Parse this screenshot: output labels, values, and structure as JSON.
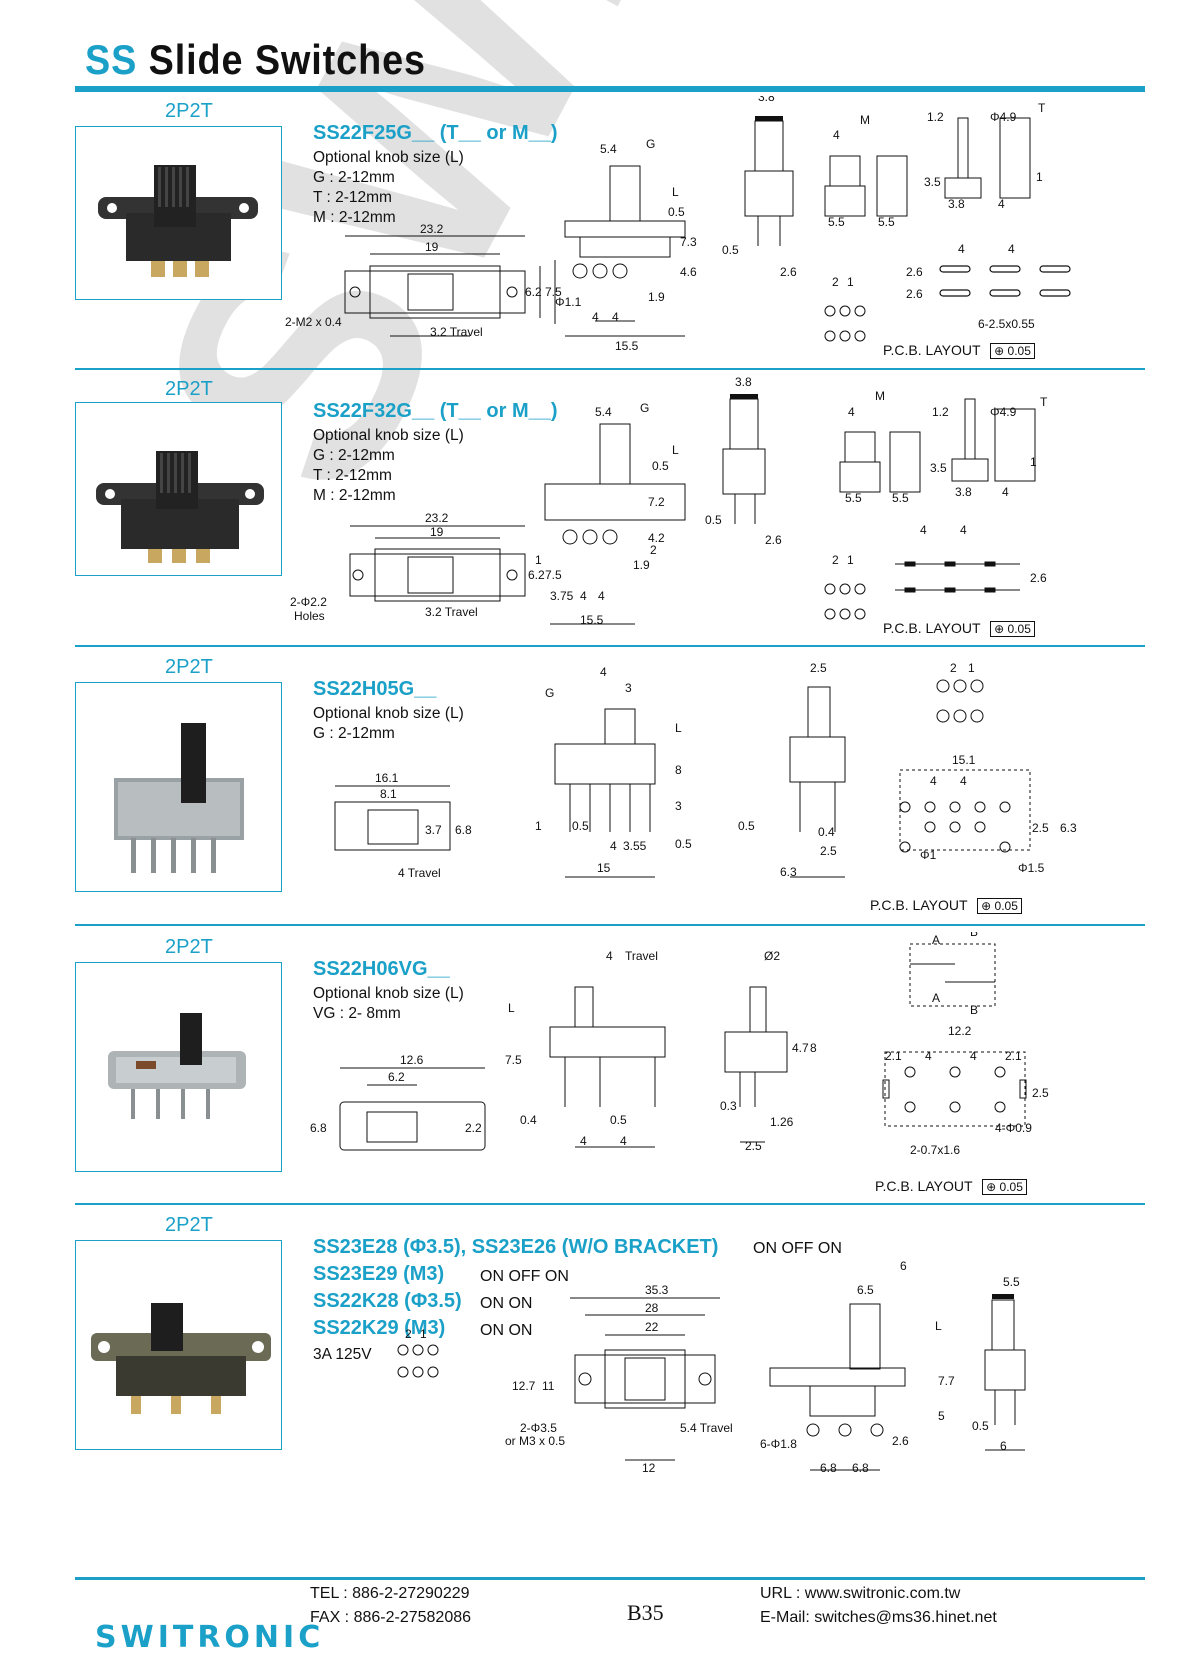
{
  "header": {
    "prefix": "SS",
    "title": "Slide Switches"
  },
  "watermark": "SWITRONIC",
  "sections": [
    {
      "label": "2P2T",
      "part": "SS22F25G__ (T__ or M__)",
      "specs": [
        "Optional knob size (L)",
        "G : 2-12mm",
        "T : 2-12mm",
        "M : 2-12mm"
      ],
      "dims": [
        "23.2",
        "19",
        "6.2",
        "7.5",
        "2-M2 x 0.4",
        "3.2 Travel",
        "5.4",
        "G",
        "L",
        "0.5",
        "7.3",
        "4.6",
        "1.9",
        "Φ1.1",
        "4",
        "4",
        "15.5",
        "3.8",
        "0.5",
        "2.6",
        "4",
        "M",
        "5.5",
        "5.5",
        "1.2",
        "Φ4.9",
        "T",
        "3.5",
        "1",
        "3.8",
        "4",
        "4",
        "4",
        "2.6",
        "2.6",
        "6-2.5x0.55",
        "2",
        "1"
      ],
      "pcb": "P.C.B. LAYOUT",
      "tol": "0.05"
    },
    {
      "label": "2P2T",
      "part": "SS22F32G__ (T__ or M__)",
      "specs": [
        "Optional knob size (L)",
        "G : 2-12mm",
        "T : 2-12mm",
        "M : 2-12mm"
      ],
      "dims": [
        "23.2",
        "19",
        "6.2",
        "7.5",
        "2-Φ2.2",
        "Holes",
        "3.2 Travel",
        "5.4",
        "G",
        "L",
        "0.5",
        "7.2",
        "4.2",
        "2",
        "1.9",
        "1",
        "3.75",
        "4",
        "4",
        "15.5",
        "3.8",
        "0.5",
        "2.6",
        "4",
        "M",
        "5.5",
        "5.5",
        "1.2",
        "Φ4.9",
        "T",
        "3.5",
        "1",
        "3.8",
        "4",
        "4",
        "4",
        "2.6",
        "2",
        "1"
      ],
      "pcb": "P.C.B. LAYOUT",
      "tol": "0.05"
    },
    {
      "label": "2P2T",
      "part": "SS22H05G__",
      "specs": [
        "Optional knob size (L)",
        "G : 2-12mm"
      ],
      "dims": [
        "16.1",
        "8.1",
        "3.7",
        "6.8",
        "4 Travel",
        "4",
        "3",
        "G",
        "L",
        "8",
        "3",
        "0.5",
        "1",
        "0.5",
        "4",
        "3.55",
        "15",
        "2.5",
        "0.5",
        "0.4",
        "2.5",
        "6.3",
        "2",
        "1",
        "15.1",
        "4",
        "4",
        "2.5",
        "6.3",
        "Φ1",
        "Φ1.5"
      ],
      "pcb": "P.C.B. LAYOUT",
      "tol": "0.05"
    },
    {
      "label": "2P2T",
      "part": "SS22H06VG__",
      "specs": [
        "Optional knob size (L)",
        "VG : 2- 8mm"
      ],
      "dims": [
        "12.6",
        "6.2",
        "6.8",
        "2.2",
        "4",
        "Travel",
        "L",
        "7.5",
        "0.4",
        "0.5",
        "4",
        "4",
        "Ø2",
        "4.7",
        "8",
        "0.3",
        "1.26",
        "2.5",
        "A",
        "B",
        "A",
        "B",
        "12.2",
        "2.1",
        "4",
        "4",
        "2.1",
        "2.5",
        "2-0.7x1.6",
        "4-Φ0.9"
      ],
      "pcb": "P.C.B. LAYOUT",
      "tol": "0.05"
    },
    {
      "label": "2P2T",
      "parts": [
        "SS23E28 (Φ3.5), SS23E26 (W/O BRACKET)",
        "SS23E29 (M3)",
        "SS22K28 (Φ3.5)",
        "SS22K29 (M3)"
      ],
      "modes": [
        "ON OFF ON",
        "ON OFF ON",
        "ON  ON",
        "ON  ON"
      ],
      "rating": "3A  125V",
      "dims": [
        "35.3",
        "28",
        "22",
        "12.7",
        "11",
        "2-Φ3.5",
        "or M3 x 0.5",
        "5.4 Travel",
        "12",
        "6",
        "6.5",
        "L",
        "7.7",
        "5",
        "6-Φ1.8",
        "2.6",
        "6.8",
        "6.8",
        "5.5",
        "0.5",
        "6",
        "2",
        "1"
      ]
    }
  ],
  "footer": {
    "brand": "SWITRONIC",
    "tel": "TEL : 886-2-27290229",
    "fax": "FAX : 886-2-27582086",
    "page": "B35",
    "url_label": "URL",
    "url": ": www.switronic.com.tw",
    "email_label": "E-Mail",
    "email": ": switches@ms36.hinet.net"
  },
  "colors": {
    "accent": "#1ba0c8",
    "watermark": "#d8d8d8"
  }
}
